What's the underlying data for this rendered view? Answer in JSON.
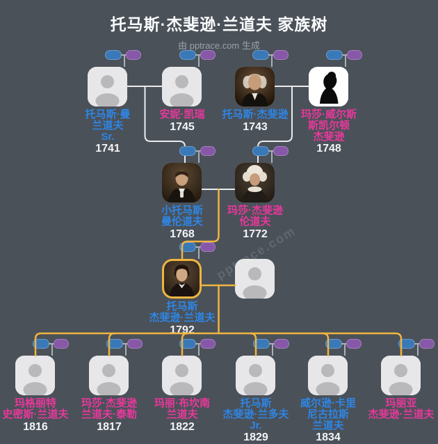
{
  "header": {
    "title": "托马斯·杰斐逊·兰道夫 家族树",
    "subtitle": "由 pptrace.com 生成"
  },
  "watermark": "pptrace.com",
  "colors": {
    "background": "#4a5159",
    "male_name": "#2e86e5",
    "female_name": "#e9389b",
    "year_text": "#f2f4f6",
    "lineage_line": "#f0b541",
    "tree_line": "#ebebee",
    "husband_icon": "#3a79b8",
    "wife_icon": "#8757a8",
    "avatar_bg": "#e7e7e9"
  },
  "people": {
    "p1": {
      "name": "托马斯·曼\n兰道夫\nSr.",
      "year": "1741",
      "gender": "male"
    },
    "p2": {
      "name": "安妮·凯瑞",
      "year": "1745",
      "gender": "female"
    },
    "p3": {
      "name": "托马斯·杰斐逊",
      "year": "1743",
      "gender": "male"
    },
    "p4": {
      "name": "玛莎·威尔斯\n斯凯尔顿\n杰斐逊",
      "year": "1748",
      "gender": "female"
    },
    "g2a": {
      "name": "小托马斯\n曼伦道夫",
      "year": "1768",
      "gender": "male"
    },
    "g2b": {
      "name": "玛莎·杰斐逊\n伦道夫",
      "year": "1772",
      "gender": "female"
    },
    "focal": {
      "name": "托马斯\n杰斐逊·兰道夫",
      "year": "1792",
      "gender": "male"
    },
    "c1": {
      "name": "玛格丽特\n史密斯·兰道夫",
      "year": "1816",
      "gender": "female"
    },
    "c2": {
      "name": "玛莎·杰斐逊\n兰道夫·泰勒",
      "year": "1817",
      "gender": "female"
    },
    "c3": {
      "name": "玛丽·布坎南\n兰道夫",
      "year": "1822",
      "gender": "female"
    },
    "c4": {
      "name": "托马斯\n杰斐逊·兰多夫\nJr.",
      "year": "1829",
      "gender": "male"
    },
    "c5": {
      "name": "威尔逊·卡里\n尼古拉斯\n兰道夫",
      "year": "1834",
      "gender": "male"
    },
    "c6": {
      "name": "玛丽亚\n杰斐逊·兰道夫",
      "year": "",
      "gender": "female"
    }
  }
}
